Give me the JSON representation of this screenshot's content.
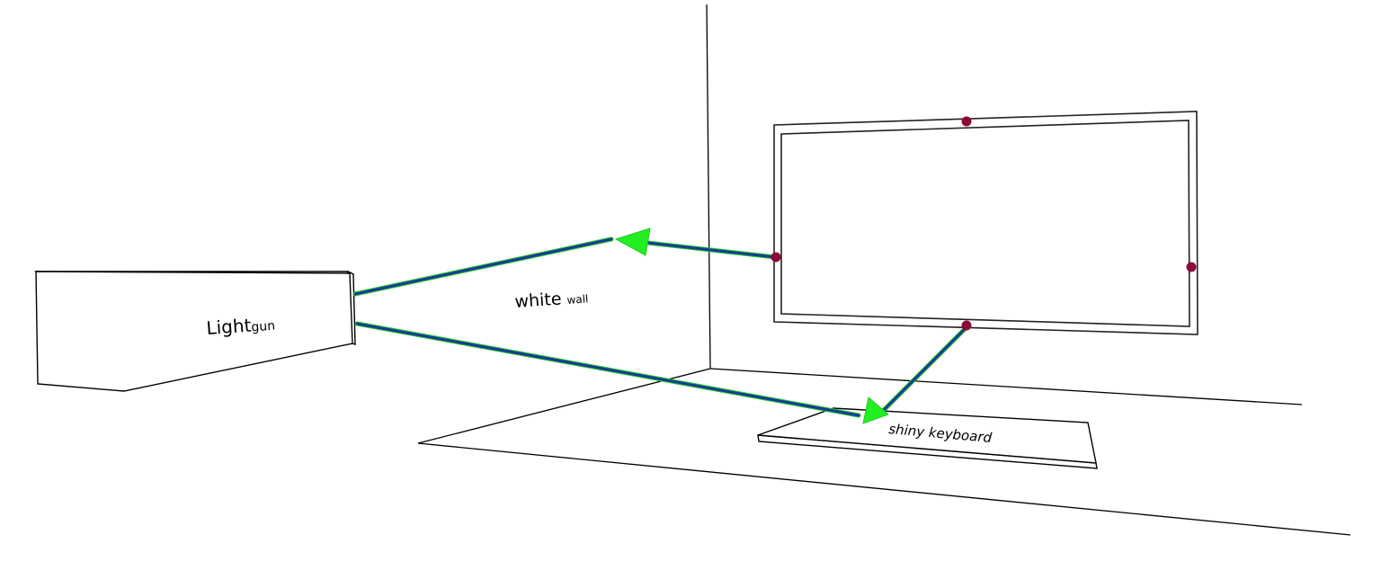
{
  "labels": {
    "lightgun_main": "Light",
    "lightgun_small": "gun",
    "wall_main": "white",
    "wall_small": "wall",
    "keyboard": "shiny keyboard"
  },
  "colors": {
    "beam_core": "#1a3a9a",
    "beam_glow": "#22cc22",
    "arrowhead": "#22ee22",
    "marker": "#8b0a3a",
    "line": "#000000"
  }
}
